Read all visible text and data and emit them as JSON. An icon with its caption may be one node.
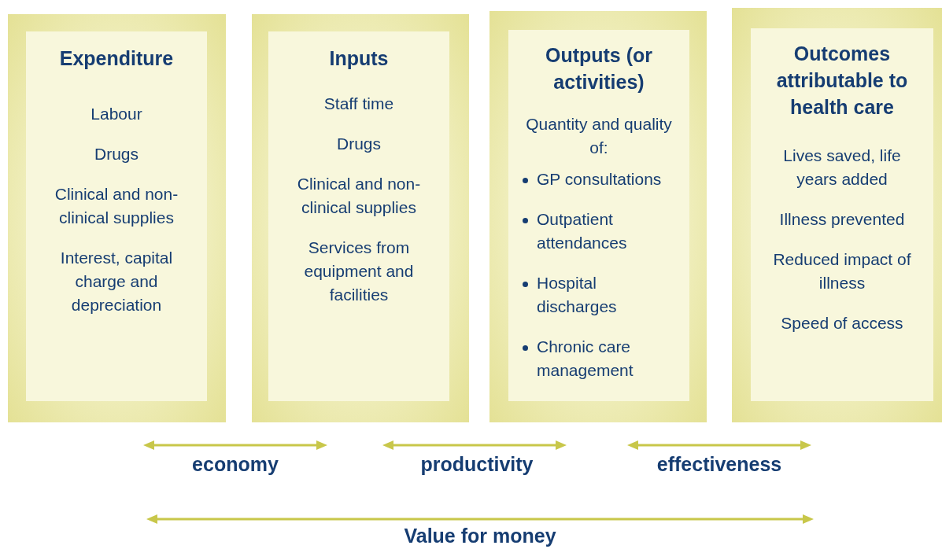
{
  "diagram": {
    "nodes": [
      {
        "text": [
          "Expenditure",
          "Labour",
          "Drugs",
          "Clinical and non-clinical supplies",
          "Interest, capital charge and depreciation"
        ]
      },
      {
        "text": [
          "Inputs",
          "Staff time",
          "Drugs",
          "Clinical and non-clinical supplies",
          "Services from equipment and facilities"
        ]
      },
      {
        "text": [
          "Outputs (or activities)",
          "Quantity and quality of:",
          "GP consultations",
          "Outpatient attendances",
          "Hospital discharges",
          "Chronic care management"
        ]
      },
      {
        "text": [
          "Outcomes attributable to health care",
          "Lives saved, life years added",
          "Illness prevented",
          "Reduced impact of illness",
          "Speed of access"
        ]
      }
    ],
    "labels": [
      "economy",
      "productivity",
      "effectiveness",
      "Value for money"
    ]
  }
}
